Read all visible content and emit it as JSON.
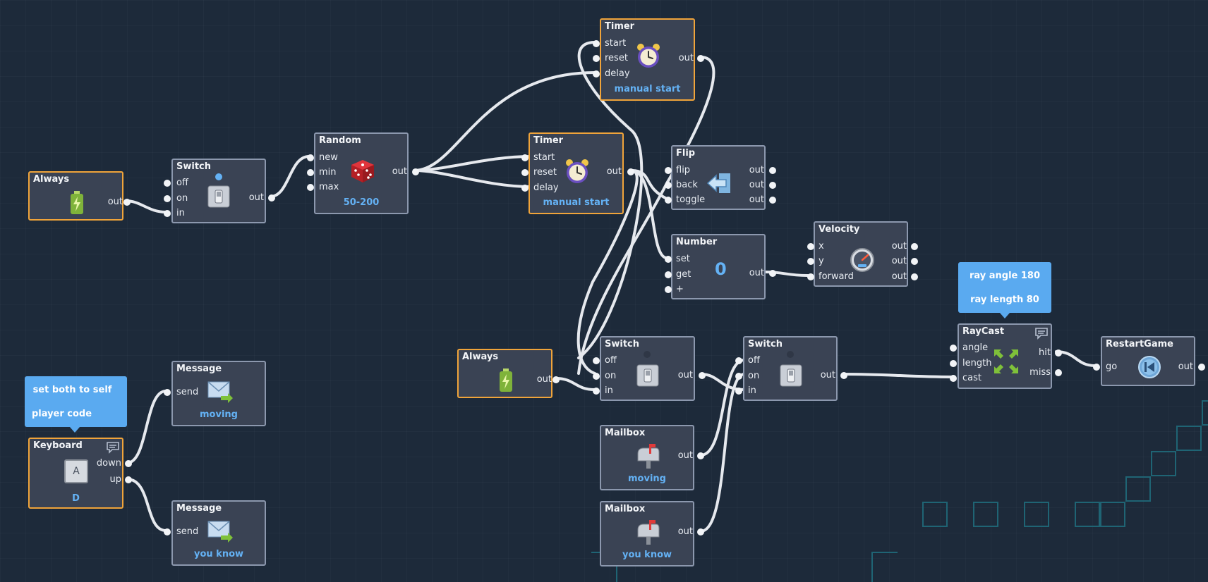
{
  "nodes": {
    "always1": {
      "title": "Always",
      "out": "out"
    },
    "switch1": {
      "title": "Switch",
      "off": "off",
      "on": "on",
      "in": "in",
      "out": "out"
    },
    "random": {
      "title": "Random",
      "new": "new",
      "min": "min",
      "max": "max",
      "out": "out",
      "value": "50-200"
    },
    "timer1": {
      "title": "Timer",
      "start": "start",
      "reset": "reset",
      "delay": "delay",
      "out": "out",
      "mode": "manual start"
    },
    "timer2": {
      "title": "Timer",
      "start": "start",
      "reset": "reset",
      "delay": "delay",
      "out": "out",
      "mode": "manual start"
    },
    "flip": {
      "title": "Flip",
      "flip": "flip",
      "back": "back",
      "toggle": "toggle",
      "out1": "out",
      "out2": "out",
      "out3": "out"
    },
    "number": {
      "title": "Number",
      "set": "set",
      "get": "get",
      "plus": "+",
      "out": "out",
      "value": "0"
    },
    "velocity": {
      "title": "Velocity",
      "x": "x",
      "y": "y",
      "forward": "forward",
      "out1": "out",
      "out2": "out",
      "out3": "out"
    },
    "always2": {
      "title": "Always",
      "out": "out"
    },
    "switch2": {
      "title": "Switch",
      "off": "off",
      "on": "on",
      "in": "in",
      "out": "out"
    },
    "switch3": {
      "title": "Switch",
      "off": "off",
      "on": "on",
      "in": "in",
      "out": "out"
    },
    "raycast": {
      "title": "RayCast",
      "angle": "angle",
      "length": "length",
      "cast": "cast",
      "hit": "hit",
      "miss": "miss"
    },
    "restart": {
      "title": "RestartGame",
      "go": "go",
      "out": "out"
    },
    "mailbox1": {
      "title": "Mailbox",
      "out": "out",
      "channel": "moving"
    },
    "mailbox2": {
      "title": "Mailbox",
      "out": "out",
      "channel": "you know"
    },
    "keyboard": {
      "title": "Keyboard",
      "down": "down",
      "up": "up",
      "key_cap": "A",
      "key": "D"
    },
    "message1": {
      "title": "Message",
      "send": "send",
      "channel": "moving"
    },
    "message2": {
      "title": "Message",
      "send": "send",
      "channel": "you know"
    }
  },
  "comments": {
    "raycast": {
      "line1": "ray angle 180",
      "line2": "ray length 80"
    },
    "keyboard": {
      "line1": "set both to self",
      "line2": "player code"
    }
  },
  "colors": {
    "background": "#1d2a3a",
    "node_fill": "#3a4354",
    "node_border": "#8c98ae",
    "event_border": "#f0a43a",
    "accent_text": "#64b2f5",
    "comment_bubble": "#5aaaf0",
    "wire": "#e6e9ee",
    "tile_outline": "#1f6474"
  },
  "icons": {
    "always": "battery-icon",
    "switch": "switch-icon",
    "random": "dice-icon",
    "timer": "alarm-clock-icon",
    "flip": "flip-arrow-icon",
    "velocity": "speedometer-icon",
    "raycast": "raycast-arrows-icon",
    "restart": "rewind-icon",
    "mailbox": "mailbox-icon",
    "keyboard": "key-icon",
    "message": "envelope-icon",
    "comment": "comment-icon"
  }
}
